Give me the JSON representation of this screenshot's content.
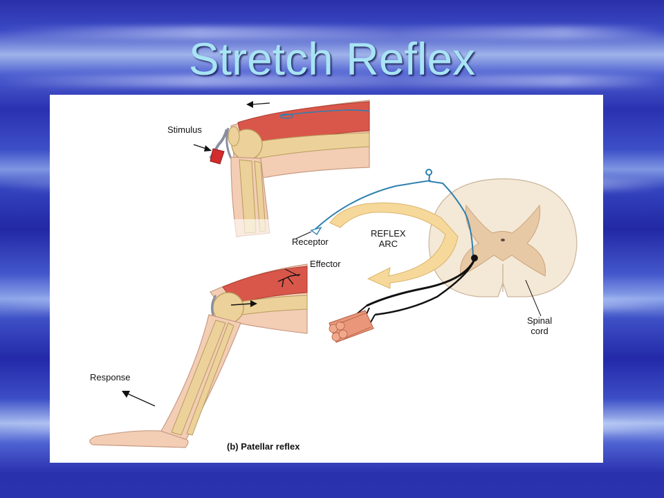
{
  "slide": {
    "title": "Stretch Reflex"
  },
  "diagram": {
    "labels": {
      "stimulus": "Stimulus",
      "receptor": "Receptor",
      "reflex_arc": "REFLEX\nARC",
      "effector": "Effector",
      "spinal_cord": "Spinal\ncord",
      "response": "Response",
      "caption": "(b) Patellar reflex"
    }
  },
  "colors": {
    "muscle": "#d9574a",
    "skin": "#f3cdb4",
    "bone": "#ecd29a",
    "sensory_neuron": "#2f7fb0",
    "motor_neuron": "#111111",
    "spinal_white_matter": "#f4e8d6",
    "spinal_gray_matter": "#e8c9a6",
    "arc_arrow": "#f6d89a"
  }
}
